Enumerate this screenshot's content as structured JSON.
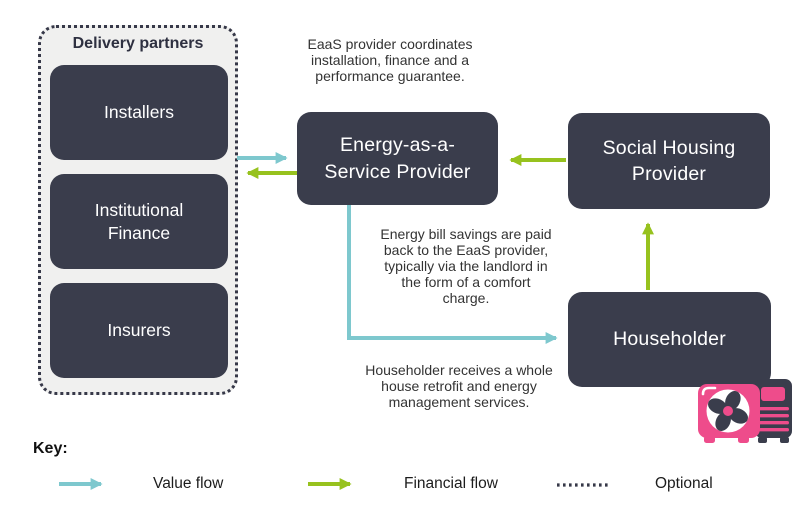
{
  "diagram": {
    "panel": {
      "title": "Delivery partners",
      "items": [
        {
          "label": "Installers"
        },
        {
          "label": "Institutional\nFinance"
        },
        {
          "label": "Insurers"
        }
      ]
    },
    "nodes": {
      "eaas": {
        "label": "Energy-as-a-\nService Provider"
      },
      "social_housing": {
        "label": "Social Housing\nProvider"
      },
      "householder": {
        "label": "Householder"
      }
    },
    "annotations": {
      "coordinates": "EaaS provider coordinates\ninstallation, finance and a\nperformance guarantee.",
      "savings": "Energy bill savings are paid\nback to the EaaS provider,\ntypically via the landlord in\nthe form of a comfort\ncharge.",
      "retrofit": "Householder receives a whole\nhouse retrofit and energy\nmanagement services."
    },
    "flows": [
      {
        "name": "value-flow-delivery-to-eaas",
        "type": "value"
      },
      {
        "name": "financial-flow-eaas-to-delivery",
        "type": "financial"
      },
      {
        "name": "financial-flow-social-housing-to-eaas",
        "type": "financial"
      },
      {
        "name": "financial-flow-householder-to-social-housing",
        "type": "financial"
      },
      {
        "name": "value-flow-eaas-to-householder",
        "type": "value"
      }
    ],
    "icon": "heat-pump-icon"
  },
  "key": {
    "title": "Key:",
    "items": [
      {
        "label": "Value flow",
        "color": "#7ec8ce"
      },
      {
        "label": "Financial flow",
        "color": "#97c21e"
      },
      {
        "label": "Optional",
        "color": "#363848"
      }
    ]
  },
  "colors": {
    "value_flow": "#7ec8ce",
    "financial_flow": "#97c21e",
    "node_bg": "#3a3d4c",
    "panel_bg": "#f0f0ef",
    "panel_border": "#363848",
    "icon_pink": "#ee4c8b",
    "text": "#333333"
  }
}
